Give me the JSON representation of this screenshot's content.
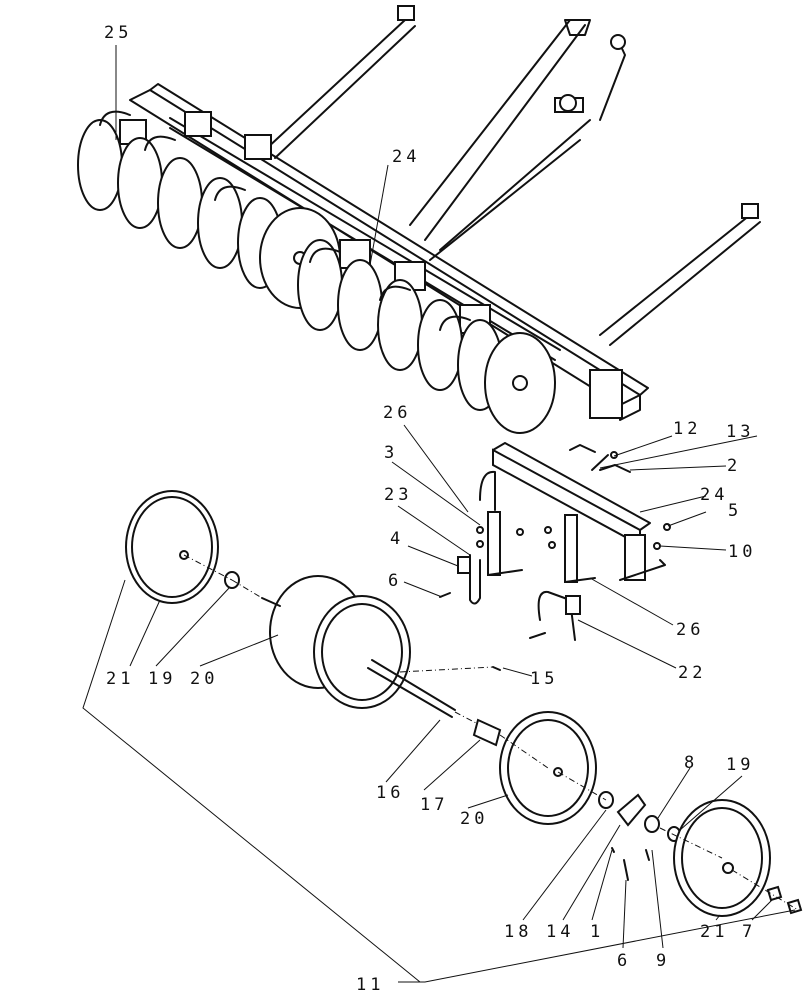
{
  "callouts": [
    {
      "id": "c25a",
      "text": "25"
    },
    {
      "id": "c24a",
      "text": "24"
    },
    {
      "id": "c26a",
      "text": "26"
    },
    {
      "id": "c12",
      "text": "12"
    },
    {
      "id": "c13",
      "text": "13"
    },
    {
      "id": "c3",
      "text": "3"
    },
    {
      "id": "c2",
      "text": "2"
    },
    {
      "id": "c23",
      "text": "23"
    },
    {
      "id": "c24b",
      "text": "24"
    },
    {
      "id": "c5",
      "text": "5"
    },
    {
      "id": "c4",
      "text": "4"
    },
    {
      "id": "c10",
      "text": "10"
    },
    {
      "id": "c6a",
      "text": "6"
    },
    {
      "id": "c26b",
      "text": "26"
    },
    {
      "id": "c22",
      "text": "22"
    },
    {
      "id": "c21a",
      "text": "21"
    },
    {
      "id": "c19a",
      "text": "19"
    },
    {
      "id": "c20a",
      "text": "20"
    },
    {
      "id": "c15",
      "text": "15"
    },
    {
      "id": "c16",
      "text": "16"
    },
    {
      "id": "c17a",
      "text": "17"
    },
    {
      "id": "c20b",
      "text": "20"
    },
    {
      "id": "c8",
      "text": "8"
    },
    {
      "id": "c19b",
      "text": "19"
    },
    {
      "id": "c18",
      "text": "18"
    },
    {
      "id": "c14",
      "text": "14"
    },
    {
      "id": "c1",
      "text": "1"
    },
    {
      "id": "c6b",
      "text": "6"
    },
    {
      "id": "c9",
      "text": "9"
    },
    {
      "id": "c21b",
      "text": "21"
    },
    {
      "id": "c7",
      "text": "7"
    },
    {
      "id": "c11",
      "text": "11"
    }
  ]
}
